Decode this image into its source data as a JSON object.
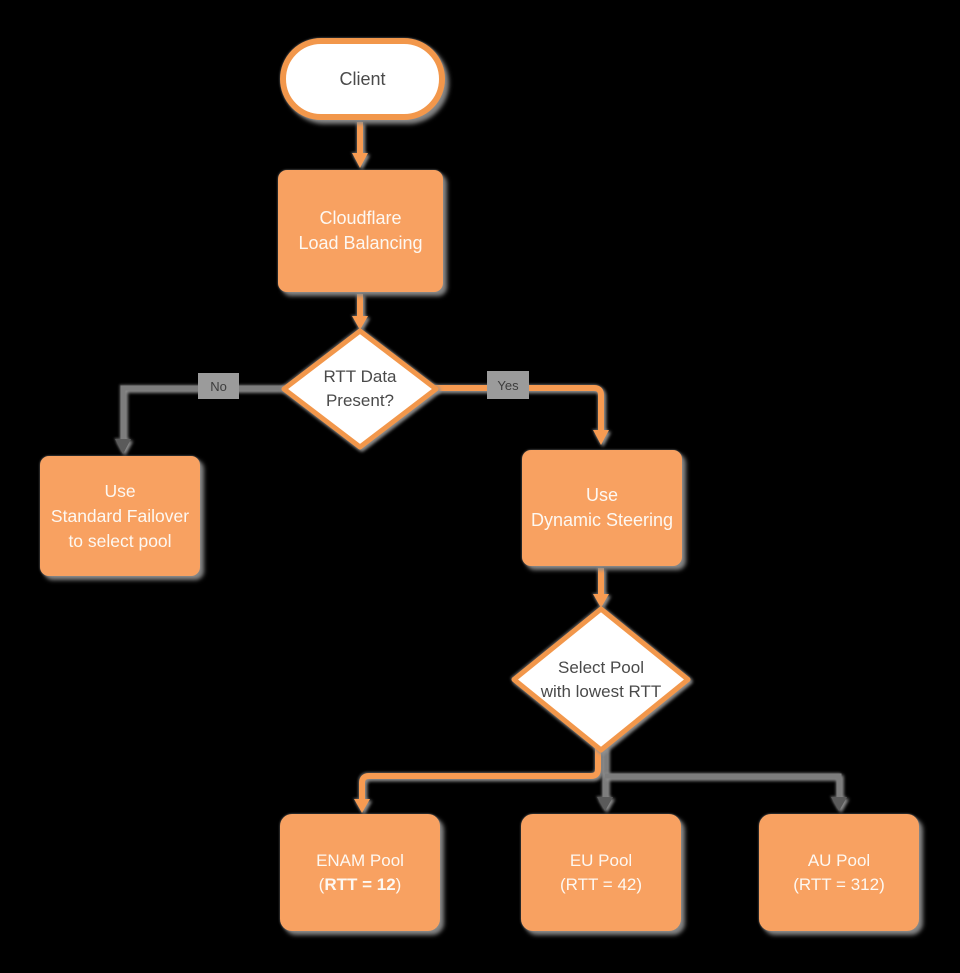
{
  "nodes": {
    "client": {
      "label": "Client"
    },
    "load_balancer": {
      "line1": "Cloudflare",
      "line2": "Load Balancing"
    },
    "rtt_decision": {
      "line1": "RTT Data",
      "line2": "Present?"
    },
    "standard_failover": {
      "line1": "Use",
      "line2": "Standard Failover",
      "line3": "to select pool"
    },
    "dynamic_steering": {
      "line1": "Use",
      "line2": "Dynamic Steering"
    },
    "pool_decision": {
      "line1": "Select Pool",
      "line2": "with lowest RTT"
    },
    "enam_pool": {
      "name": "ENAM Pool",
      "rtt_open": "(",
      "rtt": "RTT = 12",
      "rtt_close": ")"
    },
    "eu_pool": {
      "name": "EU Pool",
      "rtt_open": "(",
      "rtt": "RTT = 42",
      "rtt_close": ")"
    },
    "au_pool": {
      "name": "AU Pool",
      "rtt_open": "(",
      "rtt": "RTT = 312",
      "rtt_close": ")"
    }
  },
  "edge_labels": {
    "no": "No",
    "yes": "Yes"
  },
  "colors": {
    "background": "#000000",
    "node_fill": "#f8a161",
    "node_stroke": "#f2974b",
    "orange_connector": "#f79b52",
    "shape_fill_white": "#ffffff",
    "text_light": "#fdf8f2",
    "text_dark": "#4a4a4a",
    "gray_connector": "#7d7d7d",
    "gray_arrow": "#5a5a5a",
    "label_bg": "#9b9b9b",
    "label_text": "#3d3d3d"
  }
}
